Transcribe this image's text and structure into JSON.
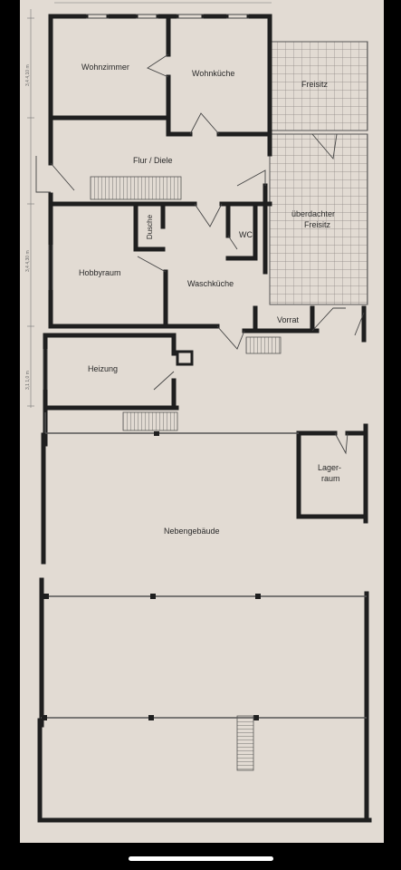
{
  "rooms": {
    "wohnzimmer": "Wohnzimmer",
    "wohnkueche": "Wohnküche",
    "freisitz": "Freisitz",
    "flur": "Flur / Diele",
    "ueberdacht_1": "überdachter",
    "ueberdacht_2": "Freisitz",
    "dusche": "Dusche",
    "wc": "WC",
    "hobbyraum": "Hobbyraum",
    "waschkueche": "Waschküche",
    "vorrat": "Vorrat",
    "heizung": "Heizung",
    "lager_1": "Lager-",
    "lager_2": "raum",
    "nebengebaeude": "Nebengebäude"
  },
  "dimensions": {
    "d1": "3,4 4,10 m",
    "d2": "3,4 4,30 m",
    "d3": "3,1 1,0 m"
  },
  "colors": {
    "paper": "#e2dbd3",
    "wall": "#1f1f1f",
    "thin_line": "#555555"
  }
}
